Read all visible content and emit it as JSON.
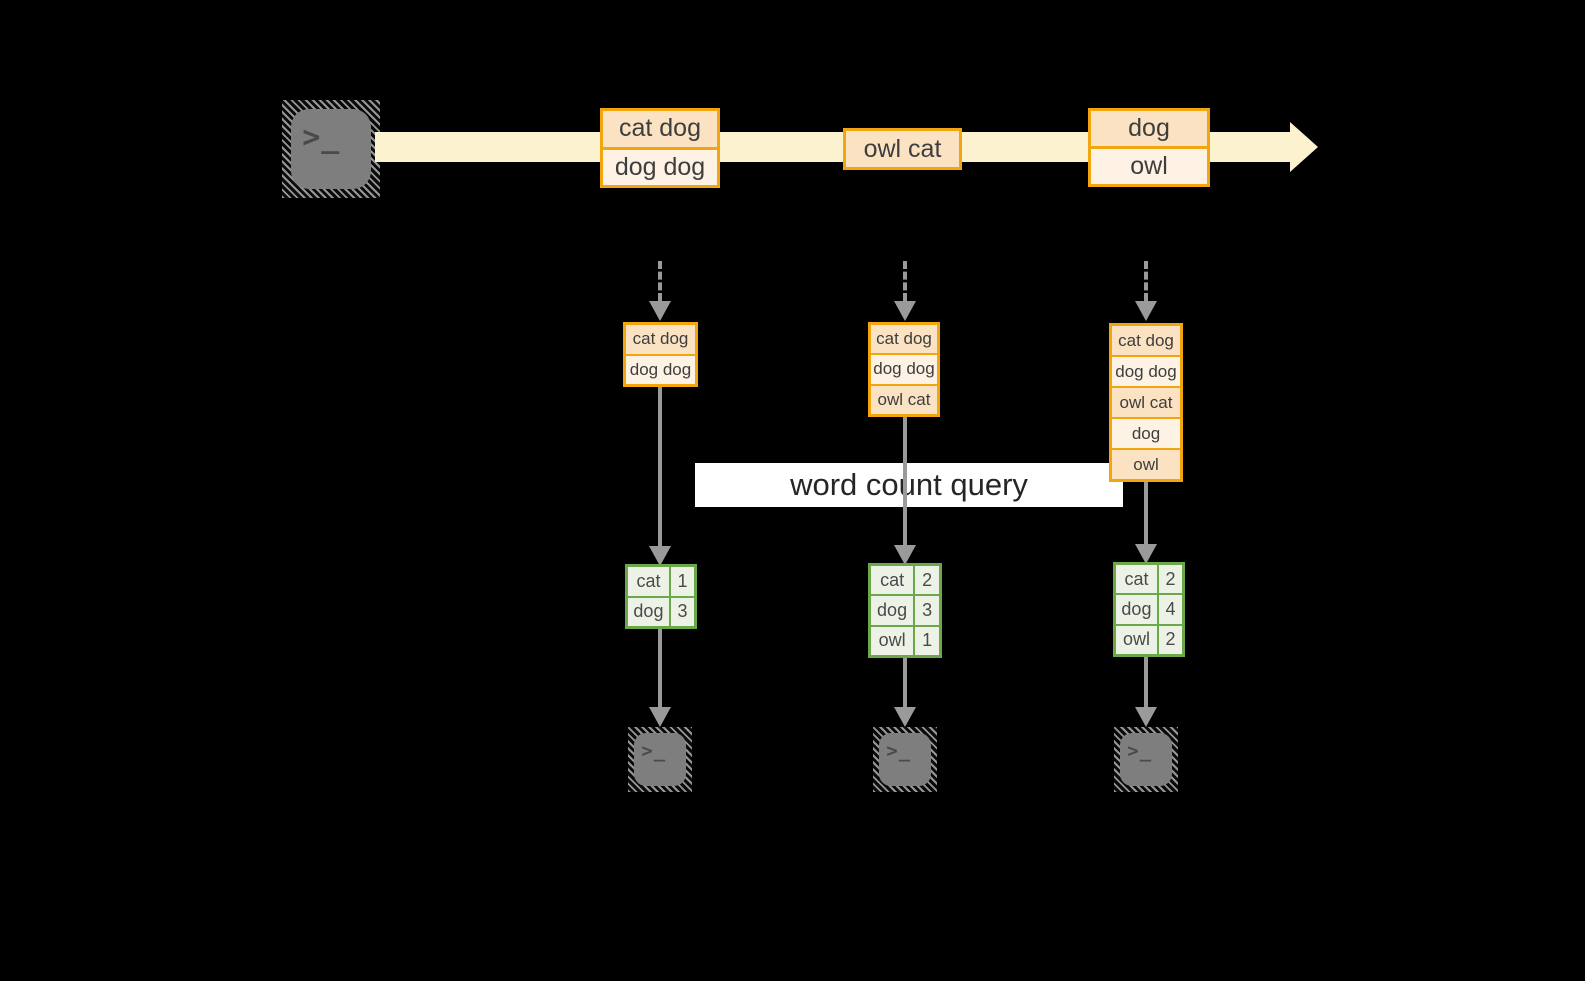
{
  "diagram": {
    "title_hint": "streaming word count over a data stream",
    "source_glyph": ">_",
    "query_label": "word count query",
    "timeline_batches": [
      {
        "lines": [
          "cat dog",
          "dog dog"
        ]
      },
      {
        "lines": [
          "owl cat"
        ]
      },
      {
        "lines": [
          "dog",
          "owl"
        ]
      }
    ],
    "stages": [
      {
        "stream_lines": [
          "cat dog",
          "dog dog"
        ],
        "counts": [
          {
            "word": "cat",
            "count": "1"
          },
          {
            "word": "dog",
            "count": "3"
          }
        ]
      },
      {
        "stream_lines": [
          "cat dog",
          "dog dog",
          "owl cat"
        ],
        "counts": [
          {
            "word": "cat",
            "count": "2"
          },
          {
            "word": "dog",
            "count": "3"
          },
          {
            "word": "owl",
            "count": "1"
          }
        ]
      },
      {
        "stream_lines": [
          "cat dog",
          "dog dog",
          "owl cat",
          "dog",
          "owl"
        ],
        "counts": [
          {
            "word": "cat",
            "count": "2"
          },
          {
            "word": "dog",
            "count": "4"
          },
          {
            "word": "owl",
            "count": "2"
          }
        ]
      }
    ],
    "colors": {
      "background": "#000000",
      "stream_band": "#FCF2CF",
      "box_border": "#F1A60F",
      "box_fill_dark": "#FAE2C3",
      "box_fill_light": "#FDF2E3",
      "table_border": "#6BA84A",
      "table_cell": "#EDF2E6",
      "arrow_gray": "#9A9A9A",
      "terminal_gray": "#7E7E7E",
      "label_background": "#FFFFFF"
    }
  }
}
